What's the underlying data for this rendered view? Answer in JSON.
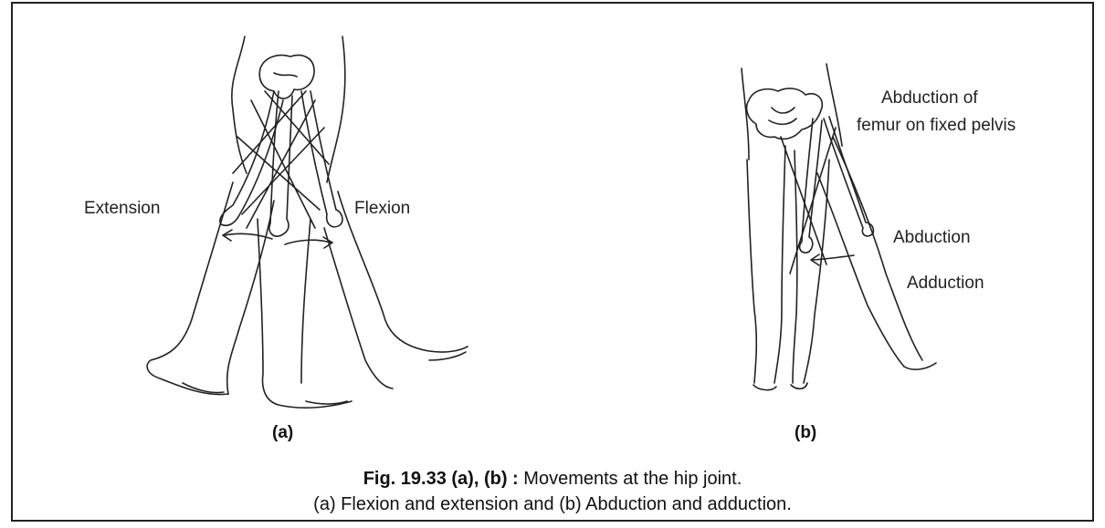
{
  "panel_a": {
    "label": "(a)",
    "extension_label": "Extension",
    "flexion_label": "Flexion"
  },
  "panel_b": {
    "label": "(b)",
    "annotation_line1": "Abduction of",
    "annotation_line2": "femur on fixed pelvis",
    "abduction_label": "Abduction",
    "adduction_label": "Adduction"
  },
  "caption": {
    "fig_number": "Fig. 19.33 (a), (b)",
    "separator": " : ",
    "title": "Movements at the hip joint.",
    "line2": "(a) Flexion and extension and (b) Abduction and adduction."
  },
  "colors": {
    "ink": "#222222",
    "frame": "#222222",
    "background": "#ffffff"
  }
}
